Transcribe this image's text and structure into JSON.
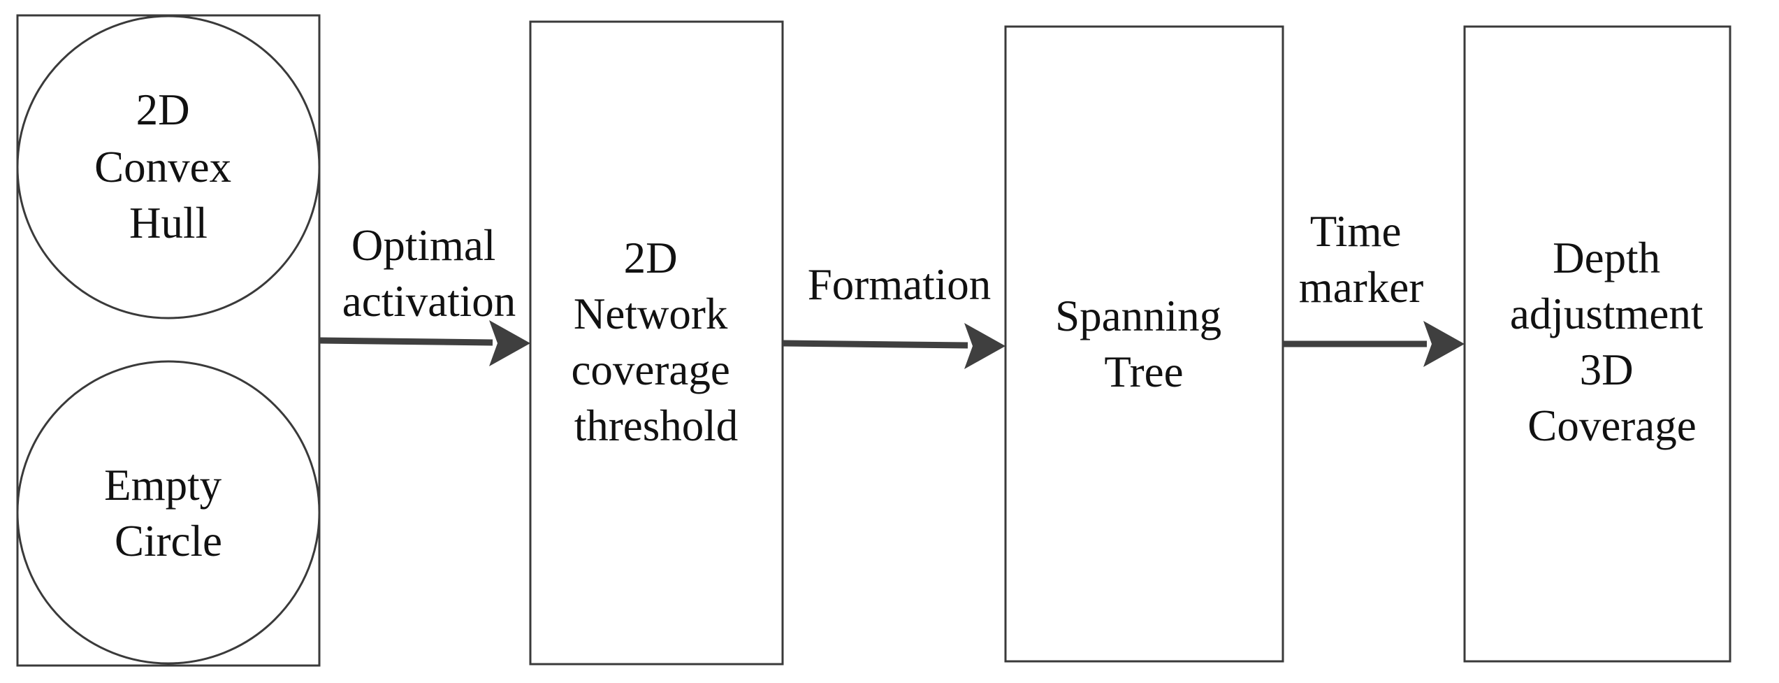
{
  "nodes": {
    "convex_hull": {
      "lines": [
        "2D",
        "Convex",
        "Hull"
      ]
    },
    "empty_circle": {
      "lines": [
        "Empty",
        "Circle"
      ]
    },
    "network_threshold": {
      "lines": [
        "2D",
        "Network",
        "coverage",
        "threshold"
      ]
    },
    "spanning_tree": {
      "lines": [
        "Spanning",
        "Tree"
      ]
    },
    "depth_adjustment": {
      "lines": [
        "Depth",
        "adjustment",
        "3D",
        "Coverage"
      ]
    }
  },
  "edges": {
    "optimal_activation": {
      "lines": [
        "Optimal",
        "activation"
      ]
    },
    "formation": {
      "lines": [
        "Formation"
      ]
    },
    "time_marker": {
      "lines": [
        "Time",
        "marker"
      ]
    }
  },
  "colors": {
    "stroke": "#3a3a3a",
    "arrow": "#3f3f3f",
    "text": "#111111"
  }
}
